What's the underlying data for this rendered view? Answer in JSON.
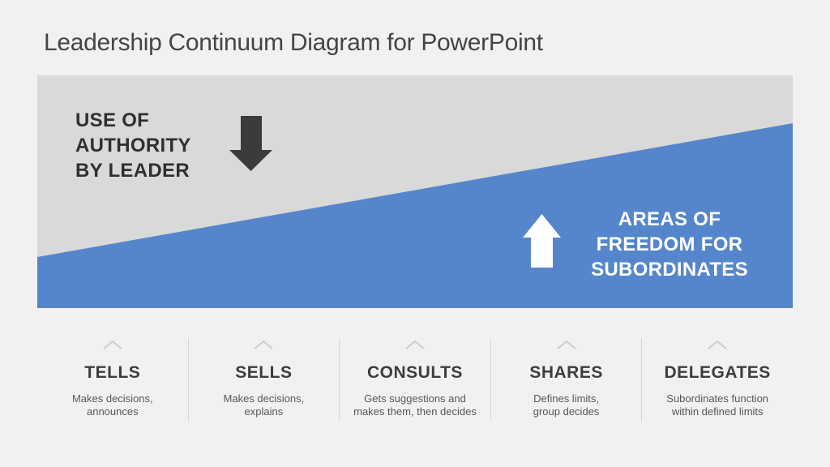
{
  "page": {
    "title": "Leadership Continuum Diagram for PowerPoint",
    "background_color": "#f1f1f2"
  },
  "diagram": {
    "authority_label": "USE OF\nAUTHORITY\nBY LEADER",
    "freedom_label": "AREAS OF\nFREEDOM FOR\nSUBORDINATES",
    "colors": {
      "authority_area": "#d9d9d9",
      "freedom_area": "#5586cb",
      "down_arrow": "#3b3b3b",
      "up_arrow": "#ffffff",
      "chevron": "#cccccc"
    },
    "icons": [
      "down-arrow",
      "up-arrow"
    ]
  },
  "columns": [
    {
      "title": "TELLS",
      "description": "Makes decisions,\nannounces"
    },
    {
      "title": "SELLS",
      "description": "Makes decisions,\nexplains"
    },
    {
      "title": "CONSULTS",
      "description": "Gets suggestions and\nmakes them, then decides"
    },
    {
      "title": "SHARES",
      "description": "Defines limits,\ngroup decides"
    },
    {
      "title": "DELEGATES",
      "description": "Subordinates function\nwithin defined limits"
    }
  ]
}
